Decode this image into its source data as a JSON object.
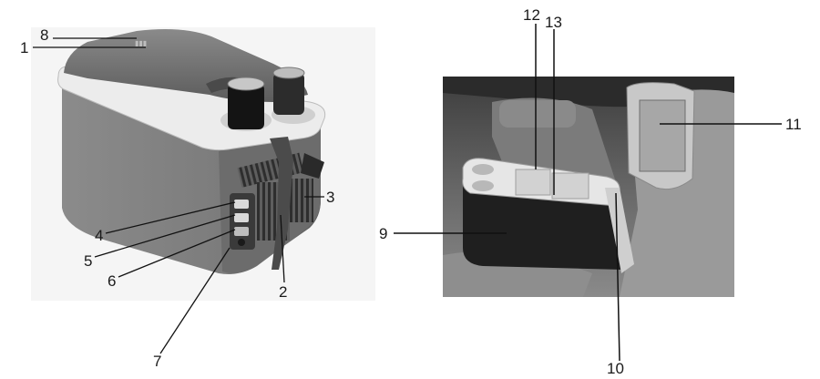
{
  "figure_left": {
    "callouts": [
      "1",
      "2",
      "3",
      "4",
      "5",
      "6",
      "7",
      "8"
    ]
  },
  "figure_right": {
    "callouts": [
      "9",
      "10",
      "11",
      "12",
      "13"
    ]
  },
  "colors": {
    "leader_line": "#111111",
    "cooler_body": "#7d7d7d",
    "cooler_lid": "#6a6a6a",
    "cooler_rim": "#e9e9e9",
    "car_interior": "#5a5a5a",
    "armrest_cooler": "#222222"
  }
}
